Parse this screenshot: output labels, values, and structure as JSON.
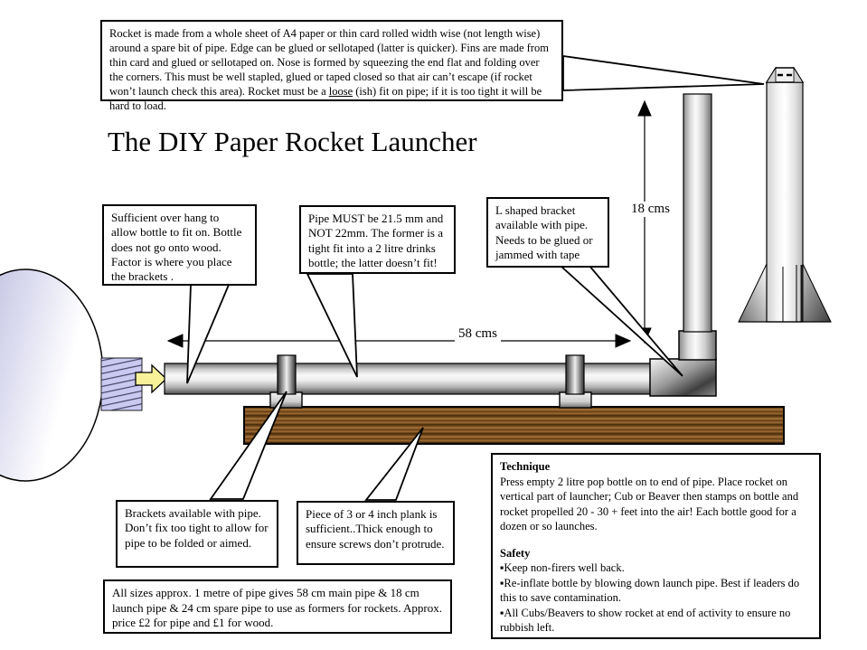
{
  "title": "The DIY Paper Rocket Launcher",
  "note_box": {
    "part1": "Rocket is made from a whole sheet of A4 paper or thin card rolled width wise (not length wise) around a spare bit of pipe. Edge can be glued or sellotaped (latter is quicker). Fins are made from thin card and glued or sellotaped on. Nose is formed by squeezing the end flat and folding over the corners. This must be well stapled, glued or taped closed so that air can’t escape (if rocket won’t launch check this area). Rocket must be a ",
    "underlined": "loose",
    "part2": " (ish) fit on pipe; if it is too tight it will be hard to load."
  },
  "callouts": {
    "overhang": "Sufficient over hang to allow bottle to fit on. Bottle does not go onto wood. Factor is where you place the brackets .",
    "pipe_size": "Pipe MUST be 21.5 mm and NOT 22mm. The former is a tight fit into a 2 litre drinks bottle; the latter doesn’t fit!",
    "l_bracket": "L shaped bracket available with pipe. Needs to be glued or jammed with tape",
    "brackets": "Brackets available with pipe. Don’t fix too tight to allow for pipe to be folded or aimed.",
    "plank": "Piece of 3 or 4 inch plank is sufficient..Thick enough to ensure screws don’t protrude.",
    "sizes": "All sizes approx. 1 metre of pipe gives 58 cm main pipe & 18 cm launch pipe & 24 cm spare pipe to use as formers for rockets. Approx. price £2 for pipe and £1 for wood."
  },
  "dimensions": {
    "vertical_pipe": "18 cms",
    "horizontal_pipe": "58 cms"
  },
  "technique_box": {
    "heading": "Technique",
    "body": "Press empty 2 litre pop bottle on to end of pipe. Place rocket on vertical part of launcher; Cub or Beaver then stamps on bottle and rocket propelled 20 - 30 + feet into the air! Each bottle good for a dozen or so launches.",
    "safety_heading": "Safety",
    "safety_items": [
      "▪Keep non-firers well back.",
      "▪Re-inflate bottle by blowing down launch pipe. Best if leaders do this to save contamination.",
      "▪All Cubs/Beavers to show rocket at end of activity to ensure no rubbish left."
    ]
  },
  "colors": {
    "wood_brown": "#8a5a28",
    "metal_gray": "#c0c0c0",
    "bottle_lavender": "#c6c6ee",
    "arrow_yellow": "#f7f29a",
    "outline_black": "#000000"
  }
}
